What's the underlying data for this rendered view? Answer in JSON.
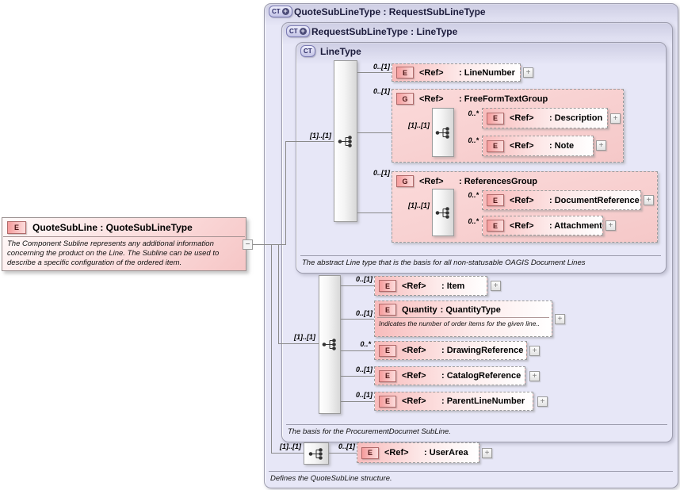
{
  "icons": {
    "e": "E",
    "g": "G",
    "ct": "CT",
    "plus": "+",
    "minus": "−"
  },
  "left_element": {
    "title": "QuoteSubLine : QuoteSubLineType",
    "annotation": "The Component Subline represents any additional information concerning the product on the Line.  The Subline can be used to describe a specific configuration of the ordered item."
  },
  "outer_panel": {
    "title": "QuoteSubLineType : RequestSubLineType",
    "footer": "Defines the QuoteSubLine structure."
  },
  "request_panel": {
    "title": "RequestSubLineType : LineType",
    "footer": "The basis for the ProcurementDocumet SubLine."
  },
  "linetype_panel": {
    "title": "LineType",
    "cardinality": "[1]..[1]",
    "footer": "The abstract Line type that is the basis for all non-statusable OAGIS Document Lines",
    "line_number": {
      "card": "0..[1]",
      "ref": "<Ref>",
      "name": ": LineNumber"
    },
    "freeform_group": {
      "card": "0..[1]",
      "ref": "<Ref>",
      "name": ": FreeFormTextGroup",
      "inner_cardinality": "[1]..[1]",
      "description": {
        "card": "0..*",
        "ref": "<Ref>",
        "name": ": Description"
      },
      "note": {
        "card": "0..*",
        "ref": "<Ref>",
        "name": ": Note"
      }
    },
    "references_group": {
      "card": "0..[1]",
      "ref": "<Ref>",
      "name": ": ReferencesGroup",
      "inner_cardinality": "[1]..[1]",
      "document_reference": {
        "card": "0..*",
        "ref": "<Ref>",
        "name": ": DocumentReference"
      },
      "attachment": {
        "card": "0..*",
        "ref": "<Ref>",
        "name": ": Attachment"
      }
    }
  },
  "procurement_section": {
    "cardinality": "[1]..[1]",
    "item": {
      "card": "0..[1]",
      "ref": "<Ref>",
      "name": ": Item"
    },
    "quantity": {
      "card": "0..[1]",
      "ref": "Quantity",
      "name": ": QuantityType",
      "annotation": "Indicates the number of order items for the given line.."
    },
    "drawing_reference": {
      "card": "0..*",
      "ref": "<Ref>",
      "name": ": DrawingReference"
    },
    "catalog_reference": {
      "card": "0..[1]",
      "ref": "<Ref>",
      "name": ": CatalogReference"
    },
    "parent_line_number": {
      "card": "0..[1]",
      "ref": "<Ref>",
      "name": ": ParentLineNumber"
    }
  },
  "userarea_section": {
    "cardinality": "[1]..[1]",
    "user_area": {
      "card": "0..[1]",
      "ref": "<Ref>",
      "name": ": UserArea"
    }
  }
}
